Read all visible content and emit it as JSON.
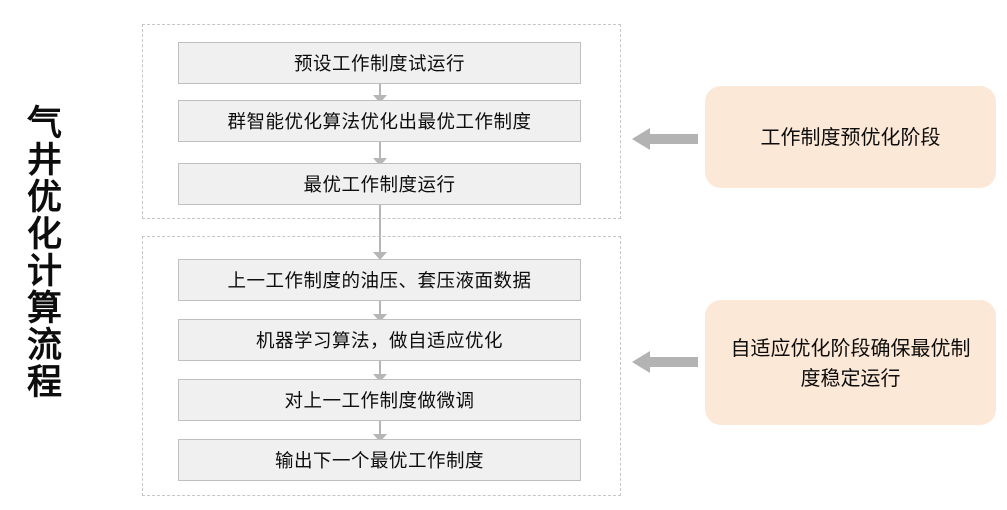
{
  "title": {
    "vertical_label": "气井优化计算流程"
  },
  "groups": [
    {
      "name": "pre-optimization-stage",
      "steps": [
        "预设工作制度试运行",
        "群智能优化算法优化出最优工作制度",
        "最优工作制度运行"
      ]
    },
    {
      "name": "adaptive-optimization-stage",
      "steps": [
        "上一工作制度的油压、套压液面数据",
        "机器学习算法，做自适应优化",
        "对上一工作制度做微调",
        "输出下一个最优工作制度"
      ]
    }
  ],
  "callouts": [
    {
      "name": "stage-label-pre-optimization",
      "text": "工作制度预优化阶段"
    },
    {
      "name": "stage-label-adaptive-optimization",
      "text": "自适应优化阶段确保最优制度稳定运行"
    }
  ],
  "colors": {
    "step_fill": "#f0f0f0",
    "step_border": "#bfbfbf",
    "group_border": "#c6c6c6",
    "callout_fill": "#fce8d7",
    "connector": "#b6b6b6",
    "pointer_arrow": "#b3b3b3",
    "text": "#0d0d0d"
  }
}
